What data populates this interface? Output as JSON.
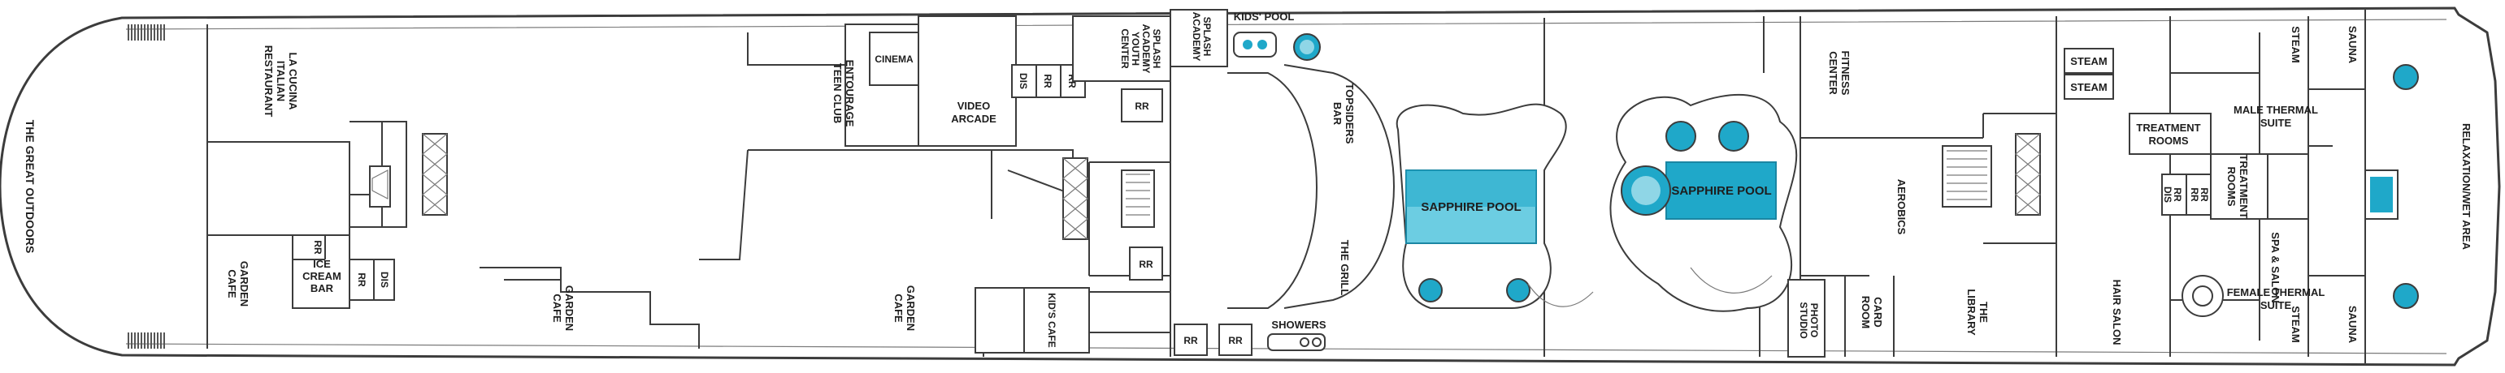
{
  "deck": {
    "colors": {
      "hull": "#f2f2f2",
      "wall": "#3c3c3c",
      "pool": "#1fa8c9",
      "pool_light": "#8fd6e6",
      "text": "#1e1e1e"
    },
    "labels": {
      "great_outdoors": "THE GREAT OUTDOORS",
      "la_cucina": [
        "LA CUCINA",
        "ITALIAN",
        "RESTAURANT"
      ],
      "garden_cafe_left": [
        "GARDEN",
        "CAFE"
      ],
      "ice_cream_bar": [
        "ICE",
        "CREAM",
        "BAR"
      ],
      "garden_cafe_mid": [
        "GARDEN",
        "CAFE"
      ],
      "garden_cafe_right": [
        "GARDEN",
        "CAFE"
      ],
      "kids_cafe": "KID'S CAFE",
      "entourage": [
        "ENTOURAGE",
        "TEEN CLUB"
      ],
      "cinema": "CINEMA",
      "video_arcade": [
        "VIDEO",
        "ARCADE"
      ],
      "splash_academy_youth": [
        "SPLASH",
        "ACADEMY",
        "YOUTH",
        "CENTER"
      ],
      "splash_academy": [
        "SPLASH",
        "ACADEMY"
      ],
      "kids_pool": "KIDS' POOL",
      "topsiders": [
        "TOPSIDERS",
        "BAR"
      ],
      "the_grill": "THE GRILL",
      "showers": "SHOWERS",
      "sapphire_pool_left": "SAPPHIRE POOL",
      "sapphire_pool_right": "SAPPHIRE POOL",
      "fitness": [
        "FITNESS",
        "CENTER"
      ],
      "aerobics": "AEROBICS",
      "photo_studio": [
        "PHOTO",
        "STUDIO"
      ],
      "card_room": [
        "CARD",
        "ROOM"
      ],
      "library": [
        "THE",
        "LIBRARY"
      ],
      "hair_salon": "HAIR SALON",
      "treatment_rooms_a": [
        "TREATMENT",
        "ROOMS"
      ],
      "treatment_rooms_b": [
        "TREATMENT",
        "ROOMS"
      ],
      "steam_box": "STEAM",
      "steam_top": "STEAM",
      "steam_bottom": "STEAM",
      "sauna_top": "SAUNA",
      "sauna_bottom": "SAUNA",
      "male_thermal": [
        "MALE THERMAL",
        "SUITE"
      ],
      "female_thermal": [
        "FEMALE THERMAL",
        "SUITE"
      ],
      "spa_salon": "SPA & SALON",
      "relaxation": "RELAXATION/WET AREA",
      "rr": "RR",
      "dis": "DIS"
    }
  }
}
